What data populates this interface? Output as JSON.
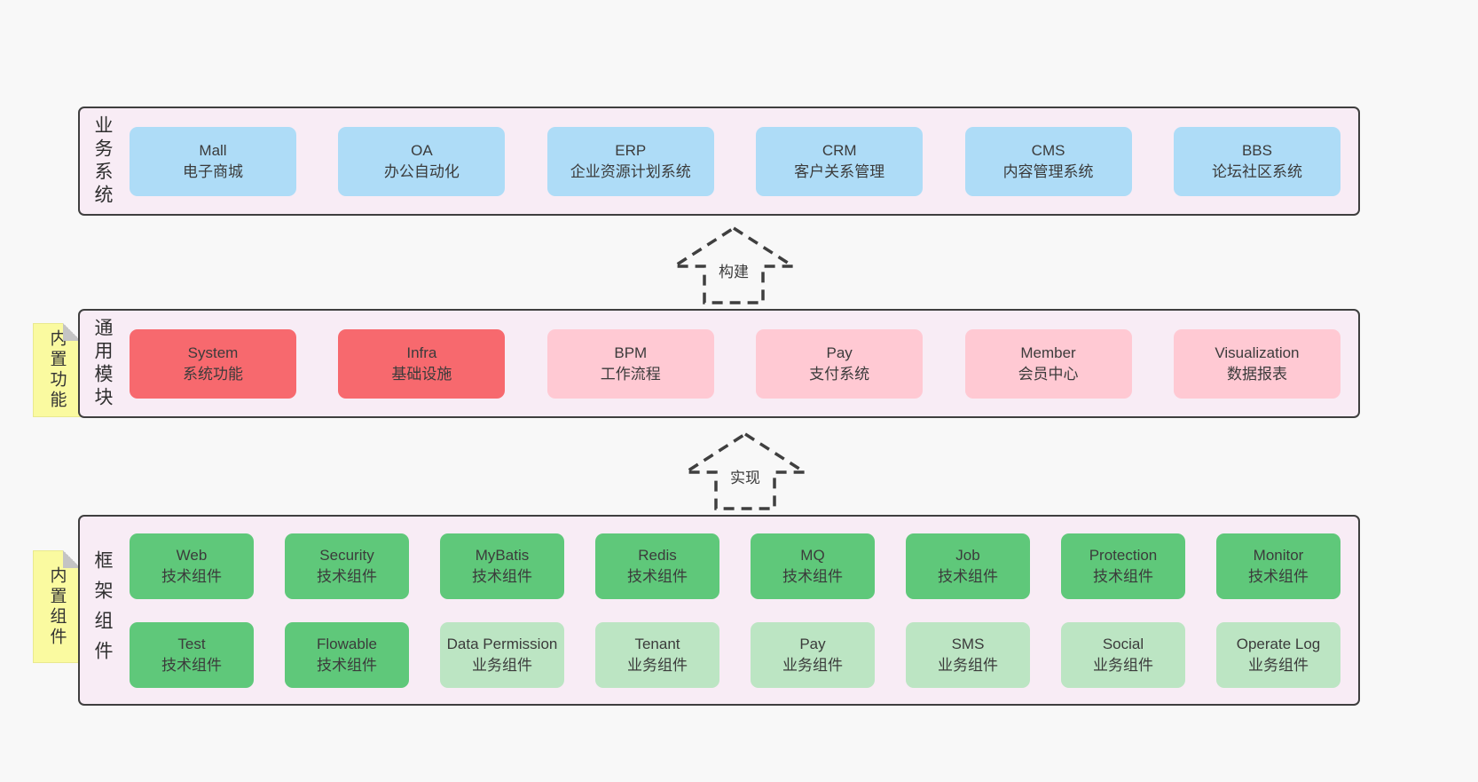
{
  "colors": {
    "page_bg": "#f8f8f8",
    "layer_bg": "#f8ecf5",
    "layer_border": "#3f3f3f",
    "blue_box": "#aedcf7",
    "red_box": "#f7696e",
    "pink_box": "#ffc9d3",
    "green_box": "#5fc87a",
    "light_green_box": "#bce5c3",
    "sticky_yellow": "#fafaa0",
    "text": "#3b3b3b"
  },
  "layers": {
    "business": {
      "label": "业务系统",
      "boxes": [
        {
          "en": "Mall",
          "cn": "电子商城"
        },
        {
          "en": "OA",
          "cn": "办公自动化"
        },
        {
          "en": "ERP",
          "cn": "企业资源计划系统"
        },
        {
          "en": "CRM",
          "cn": "客户关系管理"
        },
        {
          "en": "CMS",
          "cn": "内容管理系统"
        },
        {
          "en": "BBS",
          "cn": "论坛社区系统"
        }
      ]
    },
    "modules": {
      "label": "通用模块",
      "sticky": "内置功能",
      "boxes": [
        {
          "en": "System",
          "cn": "系统功能"
        },
        {
          "en": "Infra",
          "cn": "基础设施"
        },
        {
          "en": "BPM",
          "cn": "工作流程"
        },
        {
          "en": "Pay",
          "cn": "支付系统"
        },
        {
          "en": "Member",
          "cn": "会员中心"
        },
        {
          "en": "Visualization",
          "cn": "数据报表"
        }
      ]
    },
    "components": {
      "label": "框架组件",
      "sticky": "内置组件",
      "row1": [
        {
          "en": "Web",
          "cn": "技术组件"
        },
        {
          "en": "Security",
          "cn": "技术组件"
        },
        {
          "en": "MyBatis",
          "cn": "技术组件"
        },
        {
          "en": "Redis",
          "cn": "技术组件"
        },
        {
          "en": "MQ",
          "cn": "技术组件"
        },
        {
          "en": "Job",
          "cn": "技术组件"
        },
        {
          "en": "Protection",
          "cn": "技术组件"
        },
        {
          "en": "Monitor",
          "cn": "技术组件"
        }
      ],
      "row2": [
        {
          "en": "Test",
          "cn": "技术组件"
        },
        {
          "en": "Flowable",
          "cn": "技术组件"
        },
        {
          "en": "Data Permission",
          "cn": "业务组件"
        },
        {
          "en": "Tenant",
          "cn": "业务组件"
        },
        {
          "en": "Pay",
          "cn": "业务组件"
        },
        {
          "en": "SMS",
          "cn": "业务组件"
        },
        {
          "en": "Social",
          "cn": "业务组件"
        },
        {
          "en": "Operate Log",
          "cn": "业务组件"
        }
      ]
    }
  },
  "arrows": {
    "build": "构建",
    "implement": "实现"
  }
}
